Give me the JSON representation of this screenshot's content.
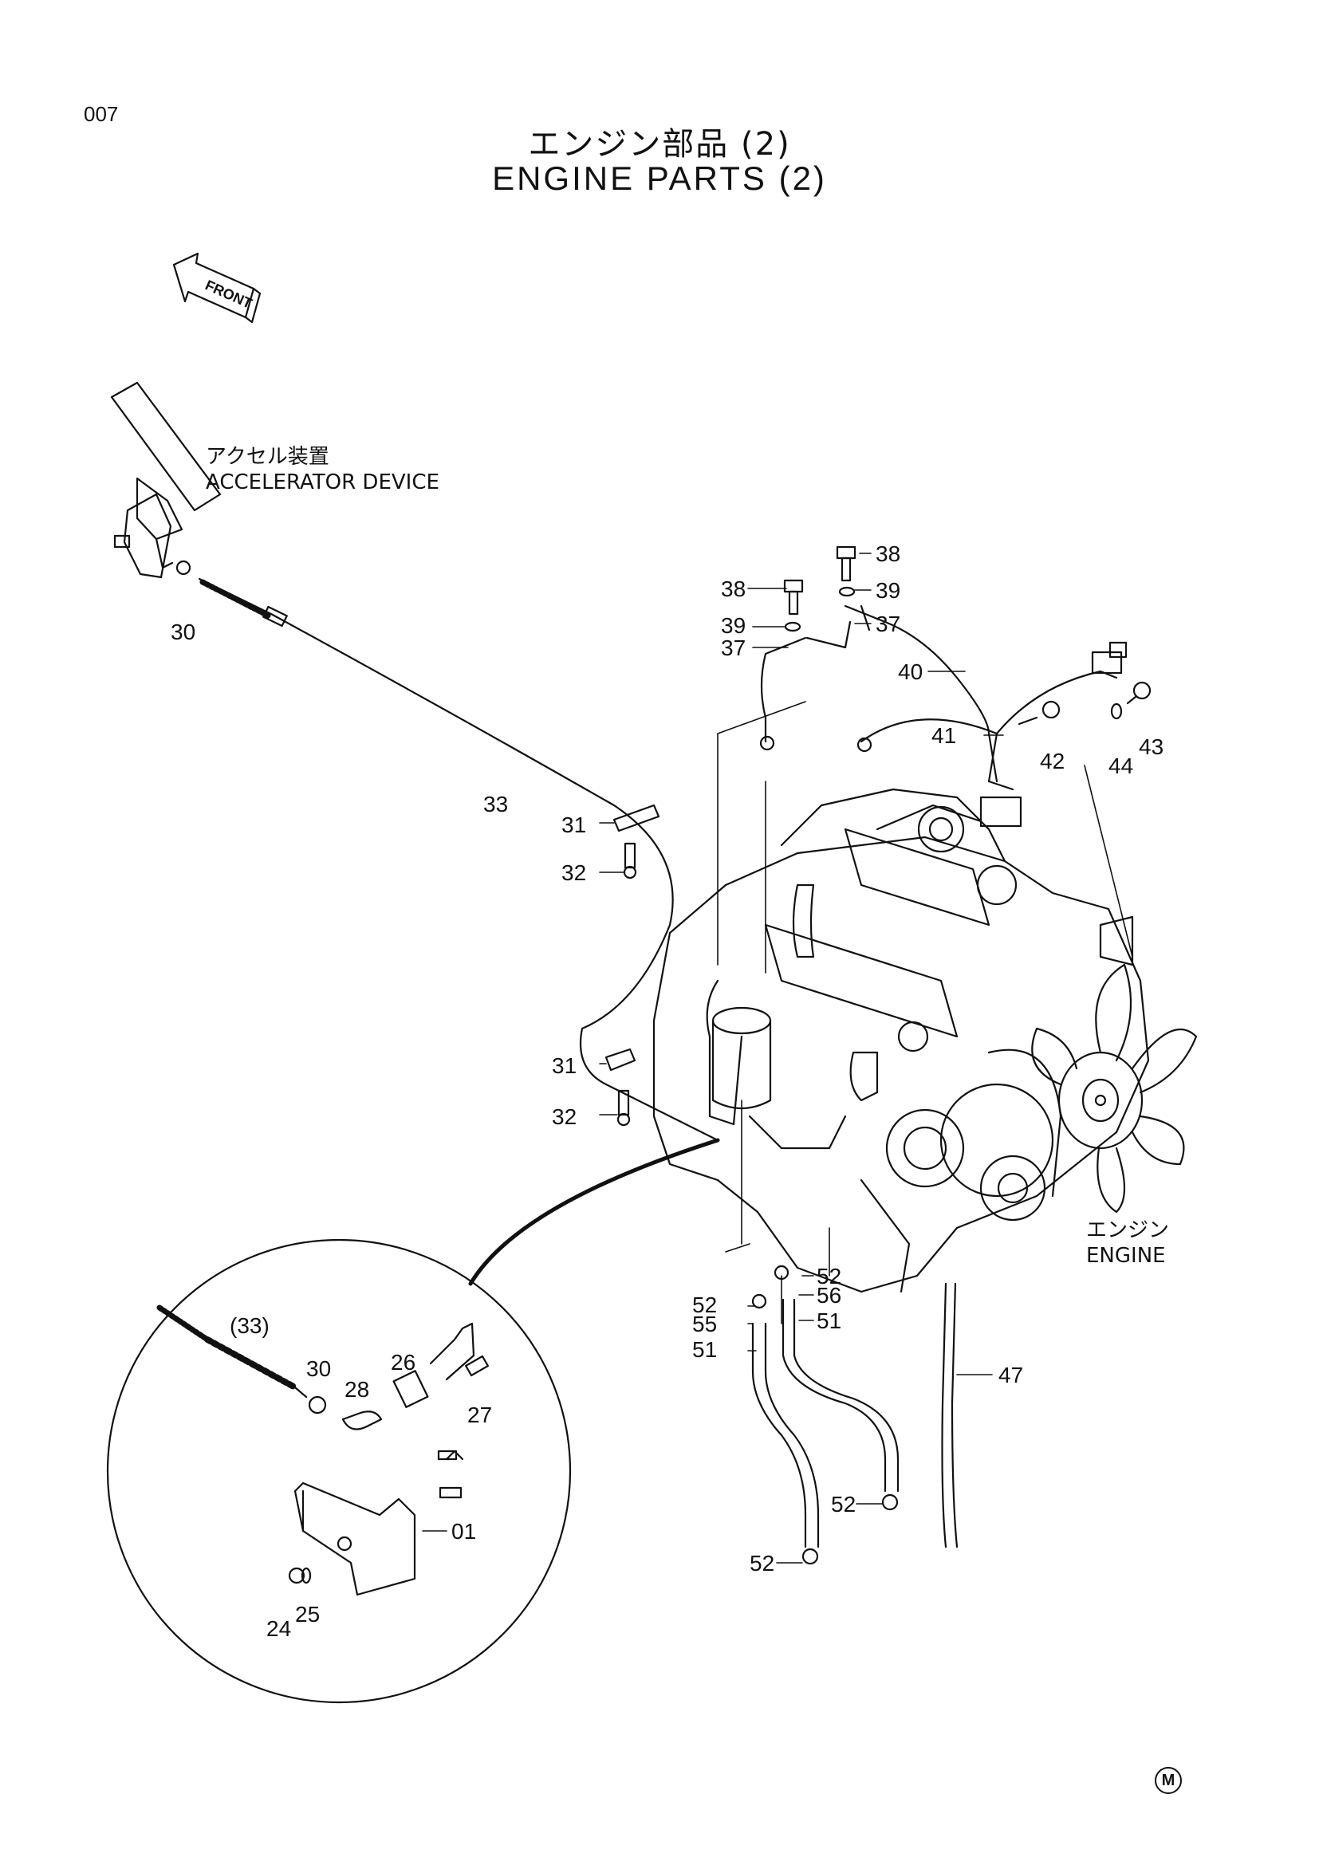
{
  "page": {
    "number": "007",
    "title_jp": "エンジン部品 (2)",
    "title_en": "ENGINE PARTS (2)",
    "front_label": "FRONT",
    "mark": "M"
  },
  "annotations": {
    "accelerator_jp": "アクセル装置",
    "accelerator_en": "ACCELERATOR DEVICE",
    "engine_jp": "エンジン",
    "engine_en": "ENGINE"
  },
  "callouts": {
    "c30": "30",
    "c33": "33",
    "c31a": "31",
    "c32a": "32",
    "c31b": "31",
    "c32b": "32",
    "c38a": "38",
    "c38b": "38",
    "c39a": "39",
    "c39b": "39",
    "c37a": "37",
    "c37b": "37",
    "c40": "40",
    "c41": "41",
    "c42": "42",
    "c43": "43",
    "c44": "44",
    "c52a": "52",
    "c52b": "52",
    "c56": "56",
    "c55": "55",
    "c51a": "51",
    "c51b": "51",
    "c47": "47",
    "c52c": "52",
    "c52d": "52",
    "d33": "(33)",
    "d30": "30",
    "d28": "28",
    "d26": "26",
    "d27": "27",
    "d01": "01",
    "d24": "24",
    "d25": "25"
  }
}
